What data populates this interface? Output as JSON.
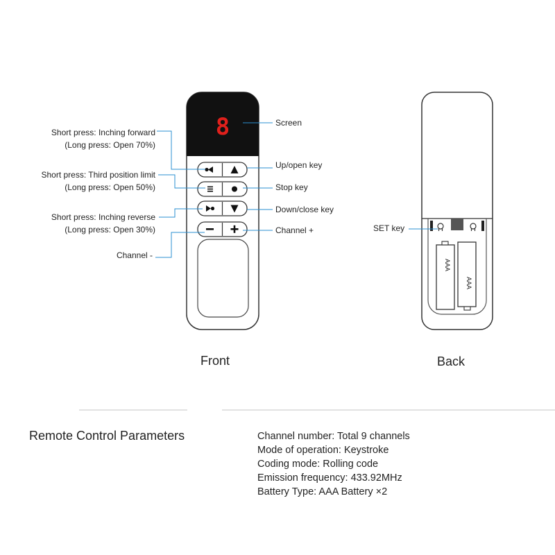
{
  "front": {
    "caption": "Front",
    "screen_digit": "8",
    "callouts": {
      "screen": "Screen",
      "up_open": "Up/open key",
      "stop": "Stop key",
      "down_close": "Down/close key",
      "channel_plus": "Channel +",
      "channel_minus": "Channel -",
      "inching_forward_1": "Short press: Inching forward",
      "inching_forward_2": "(Long press: Open 70%)",
      "third_position_1": "Short press: Third position limit",
      "third_position_2": "(Long press: Open 50%)",
      "inching_reverse_1": "Short press: Inching reverse",
      "inching_reverse_2": "(Long press: Open 30%)"
    }
  },
  "back": {
    "caption": "Back",
    "set_key_label": "SET key",
    "battery_label": "AAA"
  },
  "parameters": {
    "title": "Remote Control Parameters",
    "items": [
      "Channel number: Total 9 channels",
      "Mode of operation: Keystroke",
      "Coding mode: Rolling code",
      "Emission frequency: 433.92MHz",
      "Battery Type: AAA Battery ×2"
    ]
  },
  "colors": {
    "line_accent": "#2a8fd0",
    "display_digit": "#e0201c",
    "screen_bg": "#111111"
  }
}
